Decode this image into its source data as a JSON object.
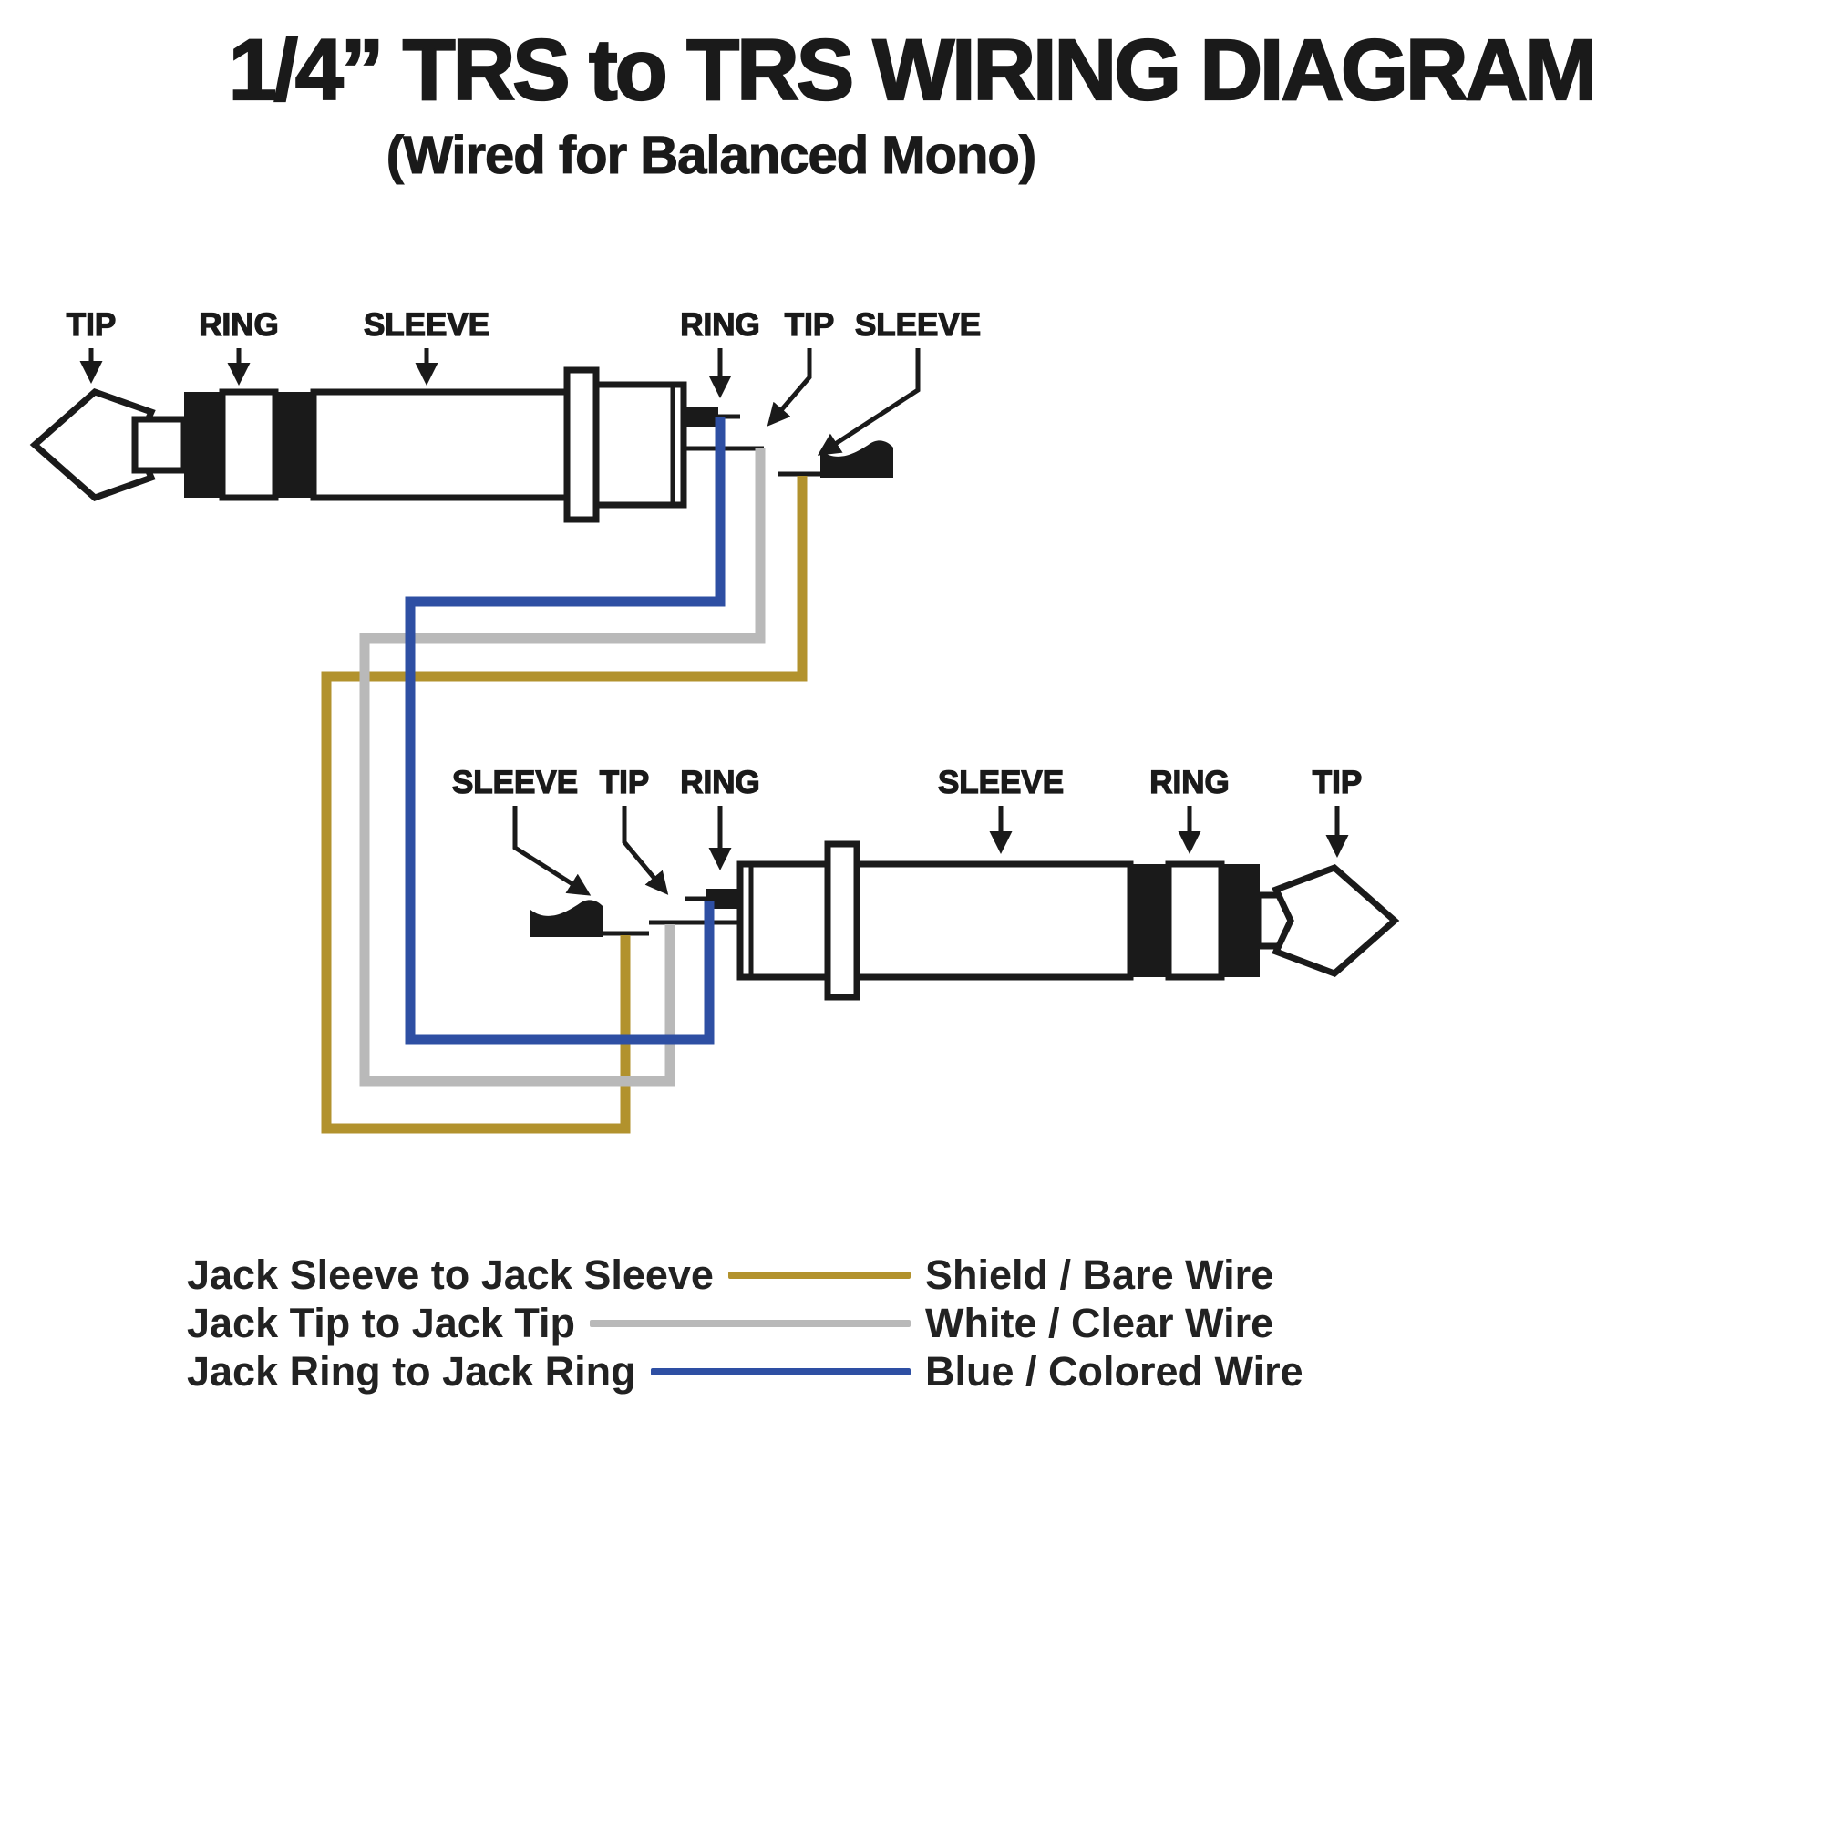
{
  "title": "1/4” TRS to TRS WIRING DIAGRAM",
  "subtitle": "(Wired for Balanced Mono)",
  "colors": {
    "ink": "#1a1a1a",
    "shield_wire": "#b2922d",
    "white_wire": "#b9b9b9",
    "blue_wire": "#2e4fa3"
  },
  "top_plug": {
    "tip_label": "TIP",
    "ring_label": "RING",
    "sleeve_label": "SLEEVE",
    "terminal_ring_label": "RING",
    "terminal_tip_label": "TIP",
    "terminal_sleeve_label": "SLEEVE"
  },
  "bottom_plug": {
    "terminal_sleeve_label": "SLEEVE",
    "terminal_tip_label": "TIP",
    "terminal_ring_label": "RING",
    "sleeve_label": "SLEEVE",
    "ring_label": "RING",
    "tip_label": "TIP"
  },
  "legend": {
    "rows": [
      {
        "connection": "Jack Sleeve to Jack Sleeve",
        "wire": "Shield / Bare Wire",
        "color": "#b2922d"
      },
      {
        "connection": "Jack Tip to Jack Tip",
        "wire": "White / Clear Wire",
        "color": "#b9b9b9"
      },
      {
        "connection": "Jack Ring to Jack Ring",
        "wire": "Blue / Colored Wire",
        "color": "#2e4fa3"
      }
    ]
  }
}
